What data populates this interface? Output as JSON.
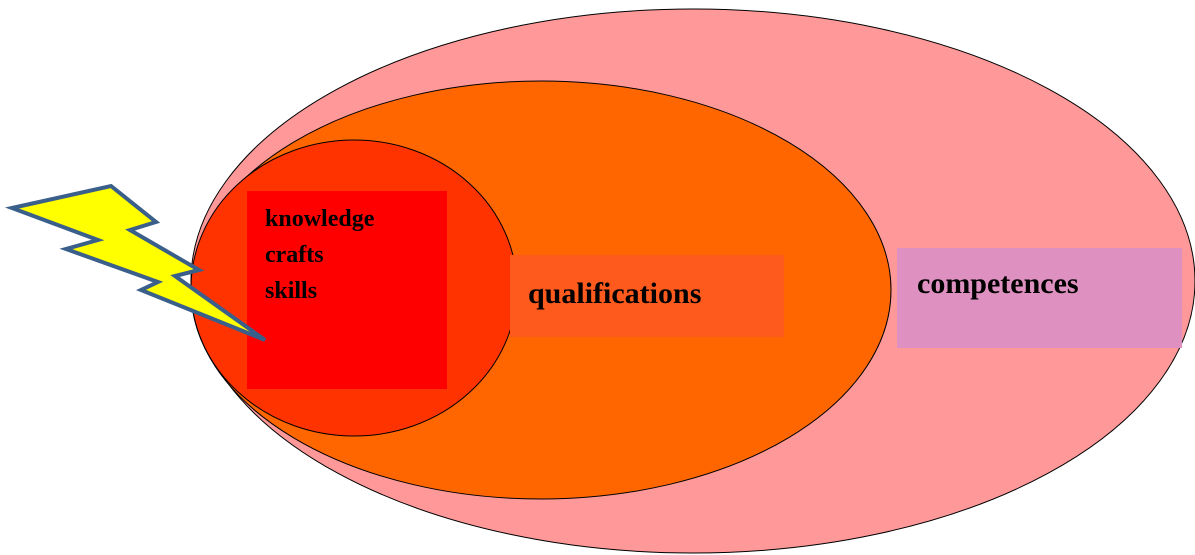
{
  "colors": {
    "competences_fill": "#ff9999",
    "qualifications_fill": "#ff6600",
    "knowledge_fill": "#ff3300",
    "knowledge_box": "#ff0000",
    "qualifications_box": "#ff5a1e",
    "competences_box": "#de91c0",
    "lightning_fill": "#ffff00",
    "lightning_stroke": "#3a5f8a",
    "outline": "#000000"
  },
  "labels": {
    "knowledge": "knowledge",
    "crafts": "crafts",
    "skills": "skills",
    "qualifications": "qualifications",
    "competences": "competences"
  },
  "icons": {
    "lightning": "lightning-bolt-icon"
  }
}
